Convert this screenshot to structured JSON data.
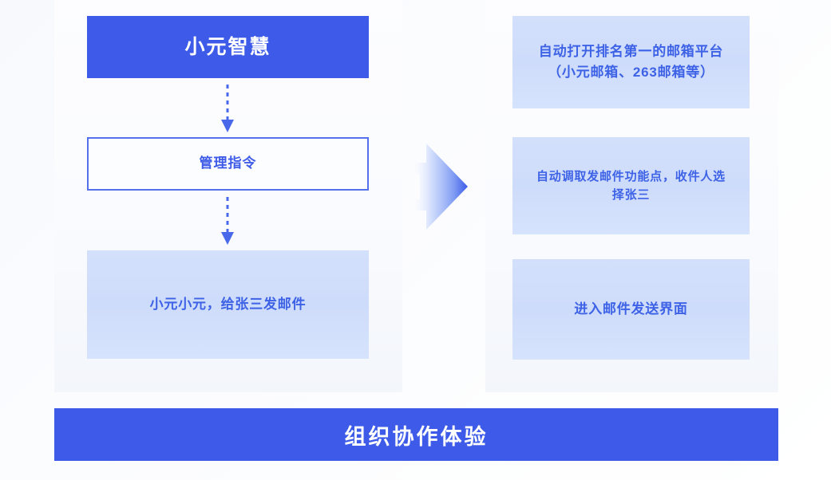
{
  "colors": {
    "primary_blue": "#3d5be8",
    "light_blue_fill": "#cedcfb",
    "text_blue": "#3d62e6",
    "panel_bg": "#fafbfe",
    "page_bg": "#ffffff"
  },
  "left_column": {
    "title_box": {
      "text": "小元智慧"
    },
    "command_box": {
      "text": "管理指令"
    },
    "utterance_box": {
      "text": "小元小元，给张三发邮件"
    }
  },
  "flow_arrow": {
    "direction": "right",
    "icon": "block-arrow-right-icon"
  },
  "connectors": [
    {
      "icon": "dashed-arrow-down-icon",
      "from": "title_box",
      "to": "command_box"
    },
    {
      "icon": "dashed-arrow-down-icon",
      "from": "command_box",
      "to": "utterance_box"
    }
  ],
  "right_column": {
    "steps": [
      {
        "line1": "自动打开排名第一的邮箱平台",
        "line2": "（小元邮箱、263邮箱等）"
      },
      {
        "line1": "自动调取发邮件功能点，收件人选",
        "line2": "择张三"
      },
      {
        "line1": "进入邮件发送界面",
        "line2": ""
      }
    ]
  },
  "banner": {
    "text": "组织协作体验"
  }
}
